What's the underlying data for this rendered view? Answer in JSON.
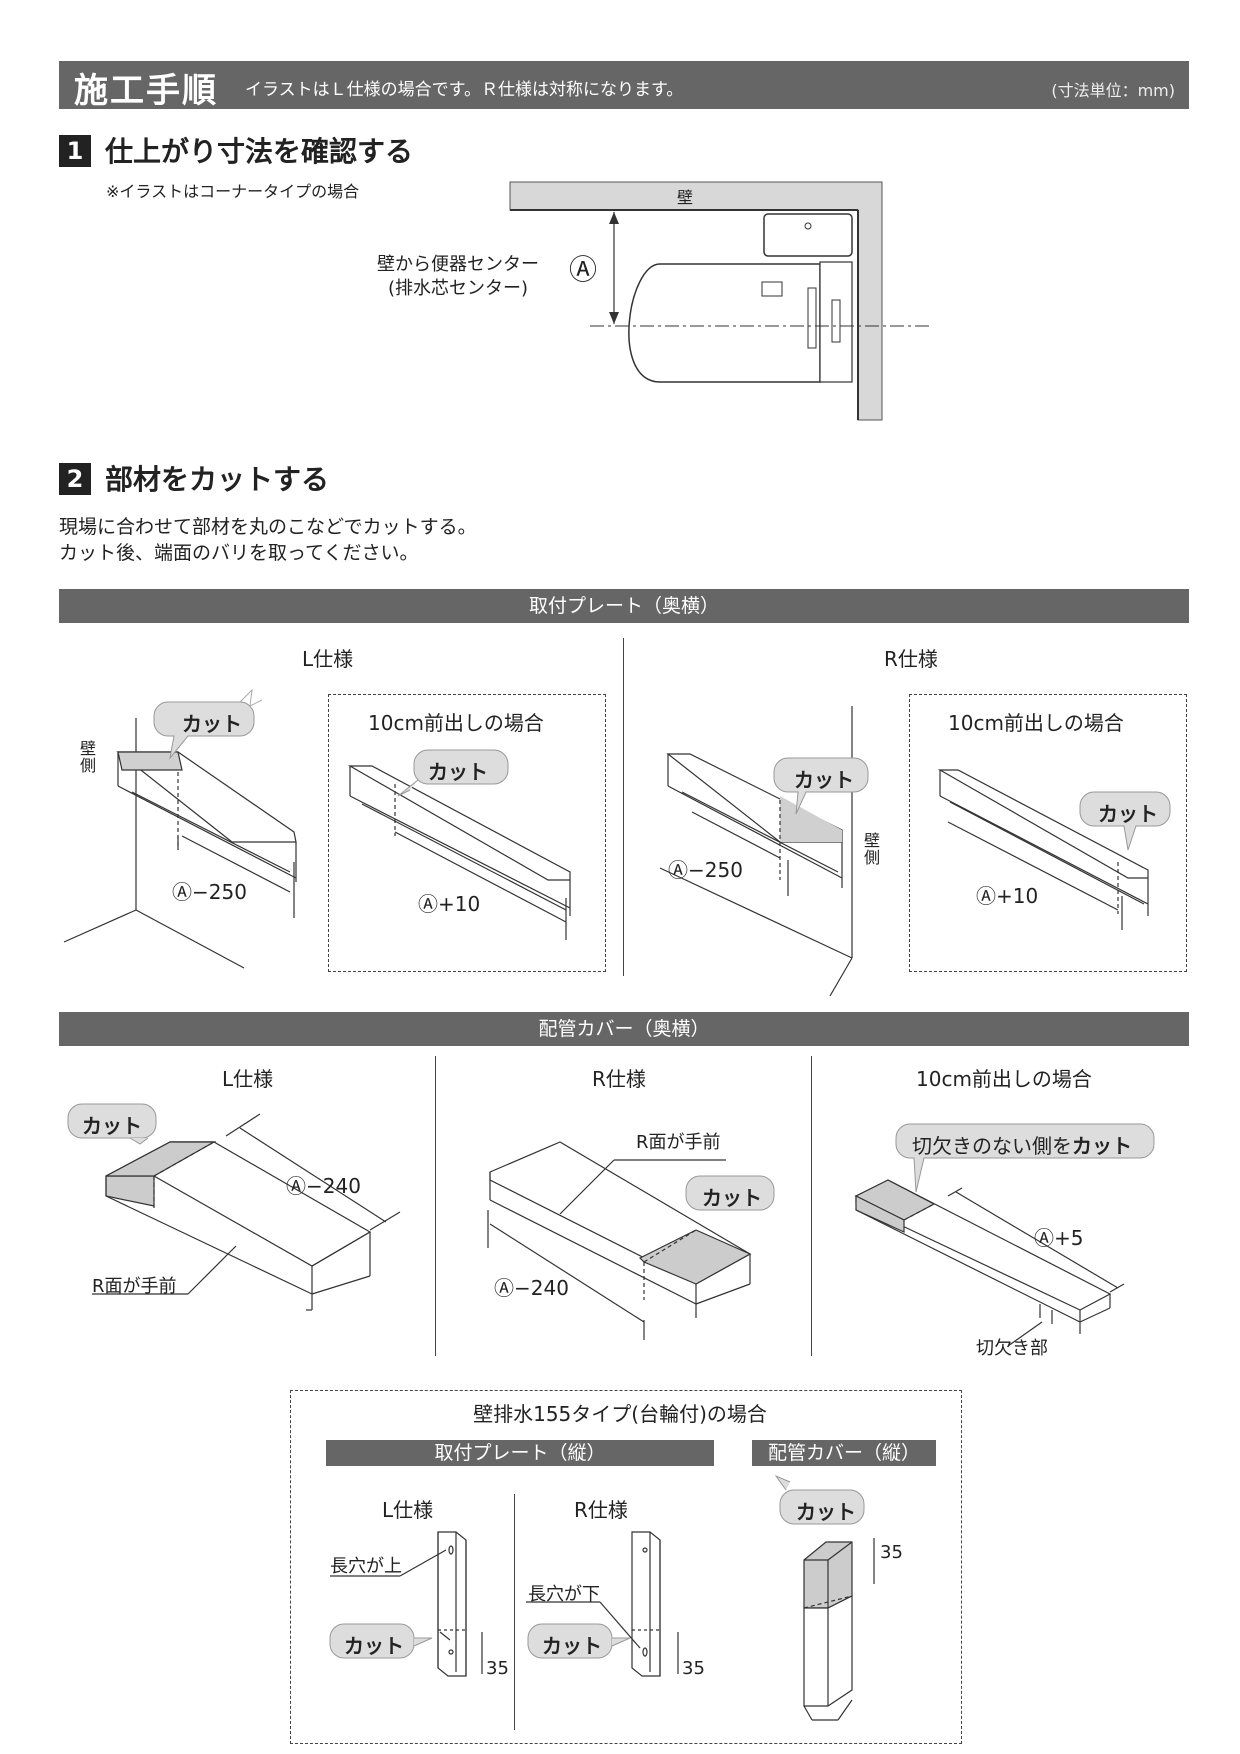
{
  "header": {
    "title": "施工手順",
    "note": "イラストはＬ仕様の場合です。Ｒ仕様は対称になります。",
    "unit": "(寸法単位：mm)"
  },
  "step1": {
    "number": "1",
    "title": "仕上がり寸法を確認する",
    "note": "※イラストはコーナータイプの場合",
    "wall": "壁",
    "label_line1": "壁から便器センター",
    "label_line2": "(排水芯センター)",
    "mark": "Ⓐ"
  },
  "step2": {
    "number": "2",
    "title": "部材をカットする",
    "desc_line1": "現場に合わせて部材を丸のこなどでカットする。",
    "desc_line2": "カット後、端面のバリを取ってください。"
  },
  "plate": {
    "header": "取付プレート（奥横）",
    "l_label": "L仕様",
    "r_label": "R仕様",
    "front10": "10cm前出しの場合",
    "cut": "カット",
    "wall_side": "壁側",
    "dim_minus250": "Ⓐ−250",
    "dim_plus10": "Ⓐ+10"
  },
  "pipe": {
    "header": "配管カバー（奥横）",
    "l_label": "L仕様",
    "r_label": "R仕様",
    "front10": "10cm前出しの場合",
    "cut": "カット",
    "dim_minus240": "Ⓐ−240",
    "dim_plus5": "Ⓐ+5",
    "r_face": "R面が手前",
    "notch_cut_pre": "切欠きのない側を",
    "notch_cut_bold": "カット",
    "notch_part": "切欠き部"
  },
  "wall155": {
    "title": "壁排水155タイプ(台輪付)の場合",
    "plate_header": "取付プレート（縦）",
    "pipe_header": "配管カバー（縦）",
    "l_label": "L仕様",
    "r_label": "R仕様",
    "hole_up": "長穴が上",
    "hole_down": "長穴が下",
    "cut": "カット",
    "dim35": "35"
  }
}
